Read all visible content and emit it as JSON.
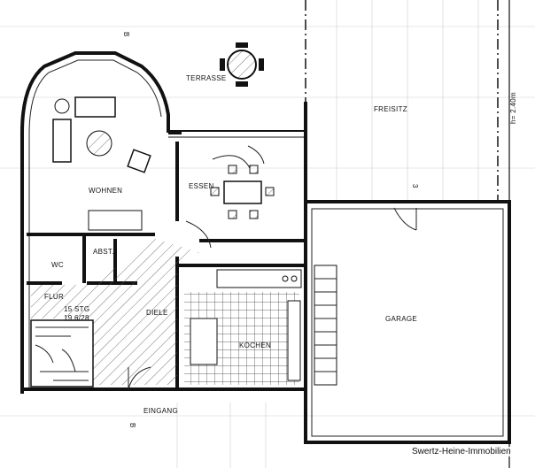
{
  "plan": {
    "rooms": {
      "terrasse": "TERRASSE",
      "freisitz": "FREISITZ",
      "wohnen": "WOHNEN",
      "essen": "ESSEN",
      "abst": "ABST.",
      "wc": "WC",
      "flur": "FLUR",
      "diele": "DIELE",
      "kochen": "KOCHEN",
      "garage": "GARAGE",
      "eingang": "EINGANG"
    },
    "stairs": {
      "steps": "15 STG",
      "ratio": "19.6/28"
    },
    "height_note": "h= 2.40m",
    "section_marks": [
      "B",
      "B",
      "3"
    ]
  },
  "watermark": "Swertz-Heine-Immobilien",
  "colors": {
    "line": "#111111",
    "background": "#ffffff",
    "grid": "#cfcfcf"
  }
}
